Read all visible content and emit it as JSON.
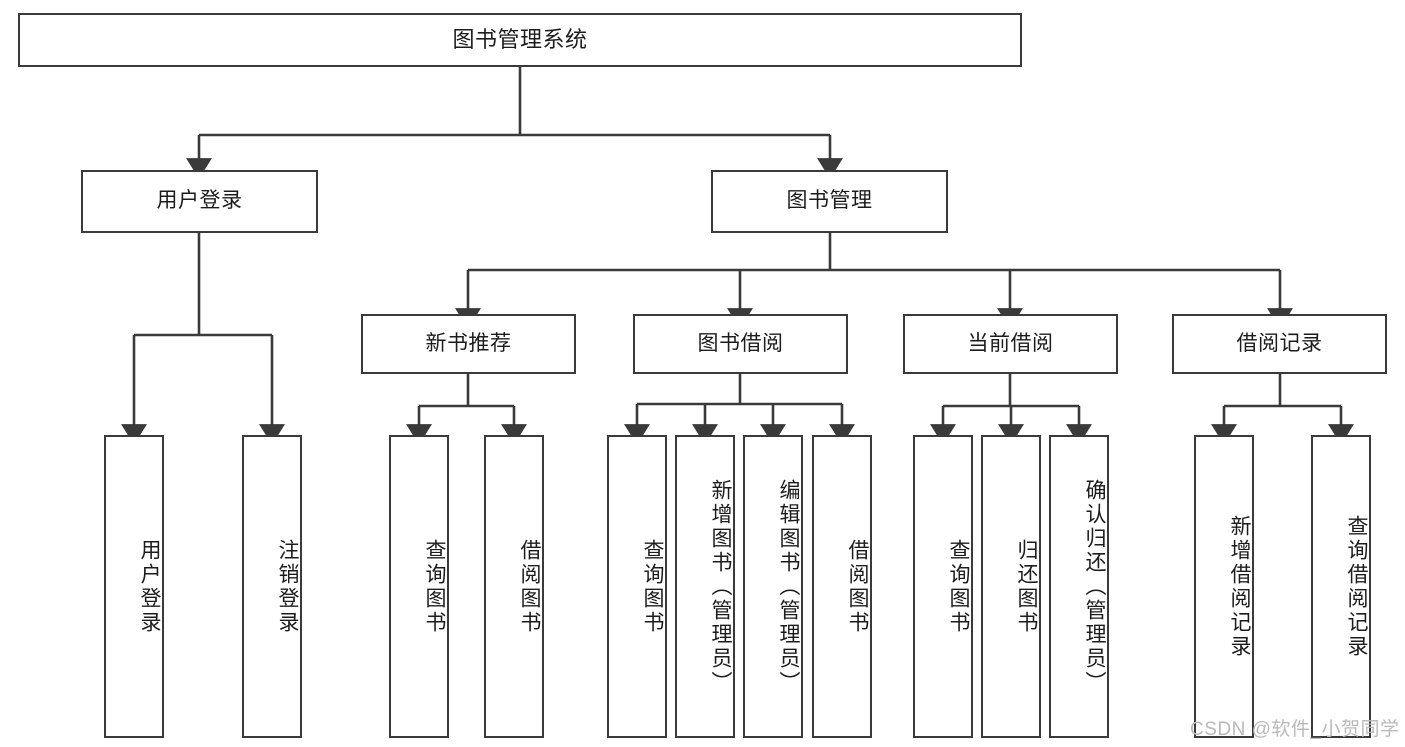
{
  "diagram": {
    "title": "图书管理系统",
    "type": "function-structure-tree",
    "root": {
      "id": "root",
      "label": "图书管理系统"
    },
    "level1": [
      {
        "id": "user-login",
        "label": "用户登录"
      },
      {
        "id": "book-manage",
        "label": "图书管理"
      }
    ],
    "level2": [
      {
        "id": "new-book-rec",
        "label": "新书推荐",
        "parent": "book-manage"
      },
      {
        "id": "book-borrow",
        "label": "图书借阅",
        "parent": "book-manage"
      },
      {
        "id": "current-borrow",
        "label": "当前借阅",
        "parent": "book-manage"
      },
      {
        "id": "borrow-record",
        "label": "借阅记录",
        "parent": "book-manage"
      }
    ],
    "leaves": [
      {
        "id": "leaf-user-login",
        "label": "用户登录",
        "parent": "user-login"
      },
      {
        "id": "leaf-user-logout",
        "label": "注销登录",
        "parent": "user-login"
      },
      {
        "id": "leaf-query-book-1",
        "label": "查询图书",
        "parent": "new-book-rec"
      },
      {
        "id": "leaf-borrow-book-1",
        "label": "借阅图书",
        "parent": "new-book-rec"
      },
      {
        "id": "leaf-query-book-2",
        "label": "查询图书",
        "parent": "book-borrow"
      },
      {
        "id": "leaf-add-book",
        "label": "新增图书（管理员）",
        "parent": "book-borrow"
      },
      {
        "id": "leaf-edit-book",
        "label": "编辑图书（管理员）",
        "parent": "book-borrow"
      },
      {
        "id": "leaf-borrow-book-2",
        "label": "借阅图书",
        "parent": "book-borrow"
      },
      {
        "id": "leaf-query-book-3",
        "label": "查询图书",
        "parent": "current-borrow"
      },
      {
        "id": "leaf-return-book",
        "label": "归还图书",
        "parent": "current-borrow"
      },
      {
        "id": "leaf-confirm-return",
        "label": "确认归还（管理员）",
        "parent": "current-borrow"
      },
      {
        "id": "leaf-add-record",
        "label": "新增借阅记录",
        "parent": "borrow-record"
      },
      {
        "id": "leaf-query-record",
        "label": "查询借阅记录",
        "parent": "borrow-record"
      }
    ],
    "colors": {
      "box_border": "#3a3a3a",
      "box_fill": "#ffffff",
      "text": "#1c1c1c",
      "edge": "#3a3a3a",
      "watermark": "#b9b9b9"
    }
  },
  "watermark": {
    "text": "CSDN @软件_小贺同学"
  }
}
